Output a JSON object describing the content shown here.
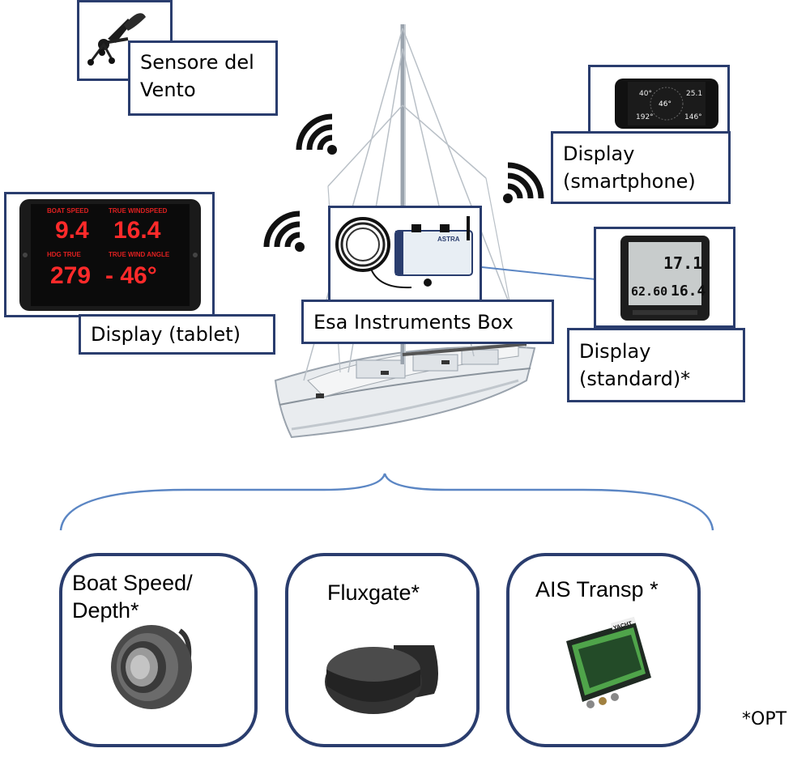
{
  "wind_sensor": {
    "label": "Sensore del\nVento"
  },
  "smartphone": {
    "label": "Display\n(smartphone)",
    "readings": [
      "40°",
      "46°",
      "25.1",
      "192°",
      "146°"
    ]
  },
  "tablet": {
    "label": "Display (tablet)",
    "fields": [
      {
        "caption": "BOAT SPEED",
        "value": "9.4"
      },
      {
        "caption": "TRUE WINDSPEED",
        "value": "16.4"
      },
      {
        "caption": "HDG TRUE",
        "value": "279"
      },
      {
        "caption": "TRUE WIND ANGLE",
        "value": "- 46°"
      }
    ]
  },
  "box": {
    "label": "Esa Instruments Box",
    "brand": "ASTRA"
  },
  "standard_display": {
    "label": "Display\n(standard)*",
    "readings": [
      "17.1",
      "62.60",
      "16.4"
    ]
  },
  "sensors": [
    {
      "title": "Boat Speed/\nDepth*"
    },
    {
      "title": "Fluxgate*"
    },
    {
      "title": "AIS Transp *"
    }
  ],
  "ais_brand": "YACHT",
  "footnote": "*OPT",
  "colors": {
    "border": "#2a3d6e",
    "bracket": "#5b86c4",
    "tablet_text": "#ff2a2a"
  }
}
